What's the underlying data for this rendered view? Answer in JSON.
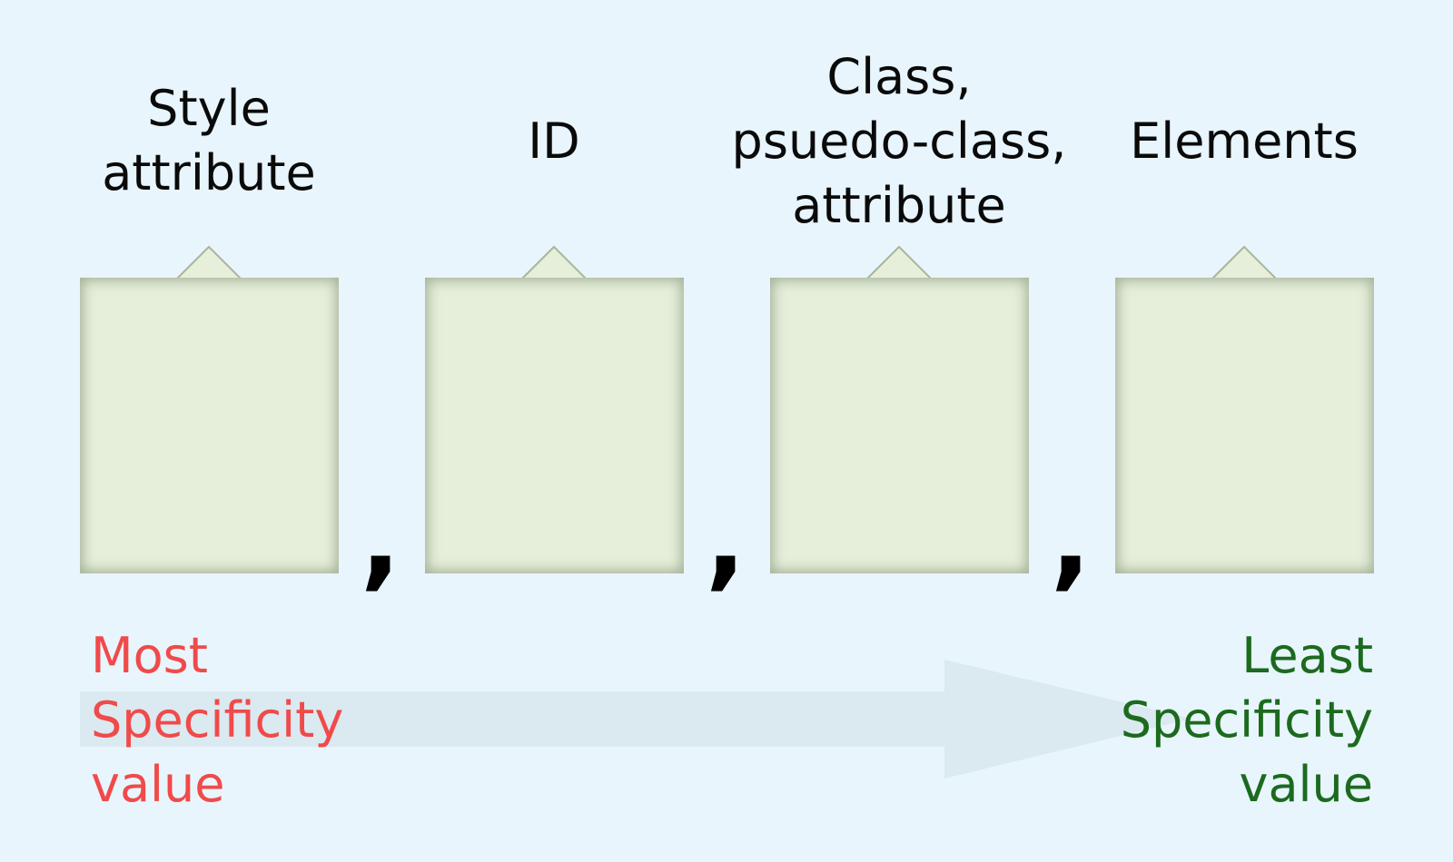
{
  "columns": [
    {
      "label": "Style\nattribute"
    },
    {
      "label": "ID"
    },
    {
      "label": "Class,\npsuedo-class,\nattribute"
    },
    {
      "label": "Elements"
    }
  ],
  "separator": ",",
  "specificity": {
    "most": "Most\nSpecificity\nvalue",
    "least": "Least\nSpecificity\nvalue"
  },
  "colors": {
    "background": "#e8f5fc",
    "box_fill": "#e5efda",
    "arrow": "#dbe9f1",
    "most": "#f04a4a",
    "least": "#1c6a1e"
  }
}
